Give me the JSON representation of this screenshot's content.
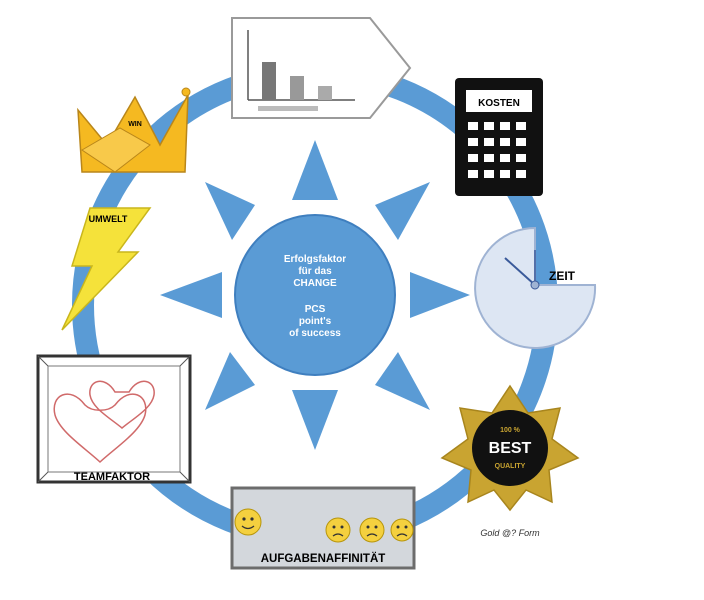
{
  "center": {
    "line1": "Erfolgsfaktor",
    "line2": "für das",
    "line3": "CHANGE",
    "line4": "PCS",
    "line5": "point's",
    "line6": "of success"
  },
  "nodes": {
    "costs": "KOSTEN",
    "time": "ZEIT",
    "quality_best": "BEST",
    "quality_top": "100 %",
    "quality_bottom": "QUALITY",
    "task_affinity": "AUFGABENAFFINITÄT",
    "team_fit": "TEAMFAKTOR",
    "environment": "UMWELT",
    "crown": "WIN"
  },
  "caption": "Gold @? Form",
  "colors": {
    "ring": "#5a9bd5",
    "sun": "#5a9bd5",
    "crown": "#f5b921",
    "lightning": "#f5e23a",
    "star": "#c9a431",
    "calculator": "#111111",
    "clock": "#dde6f3"
  }
}
